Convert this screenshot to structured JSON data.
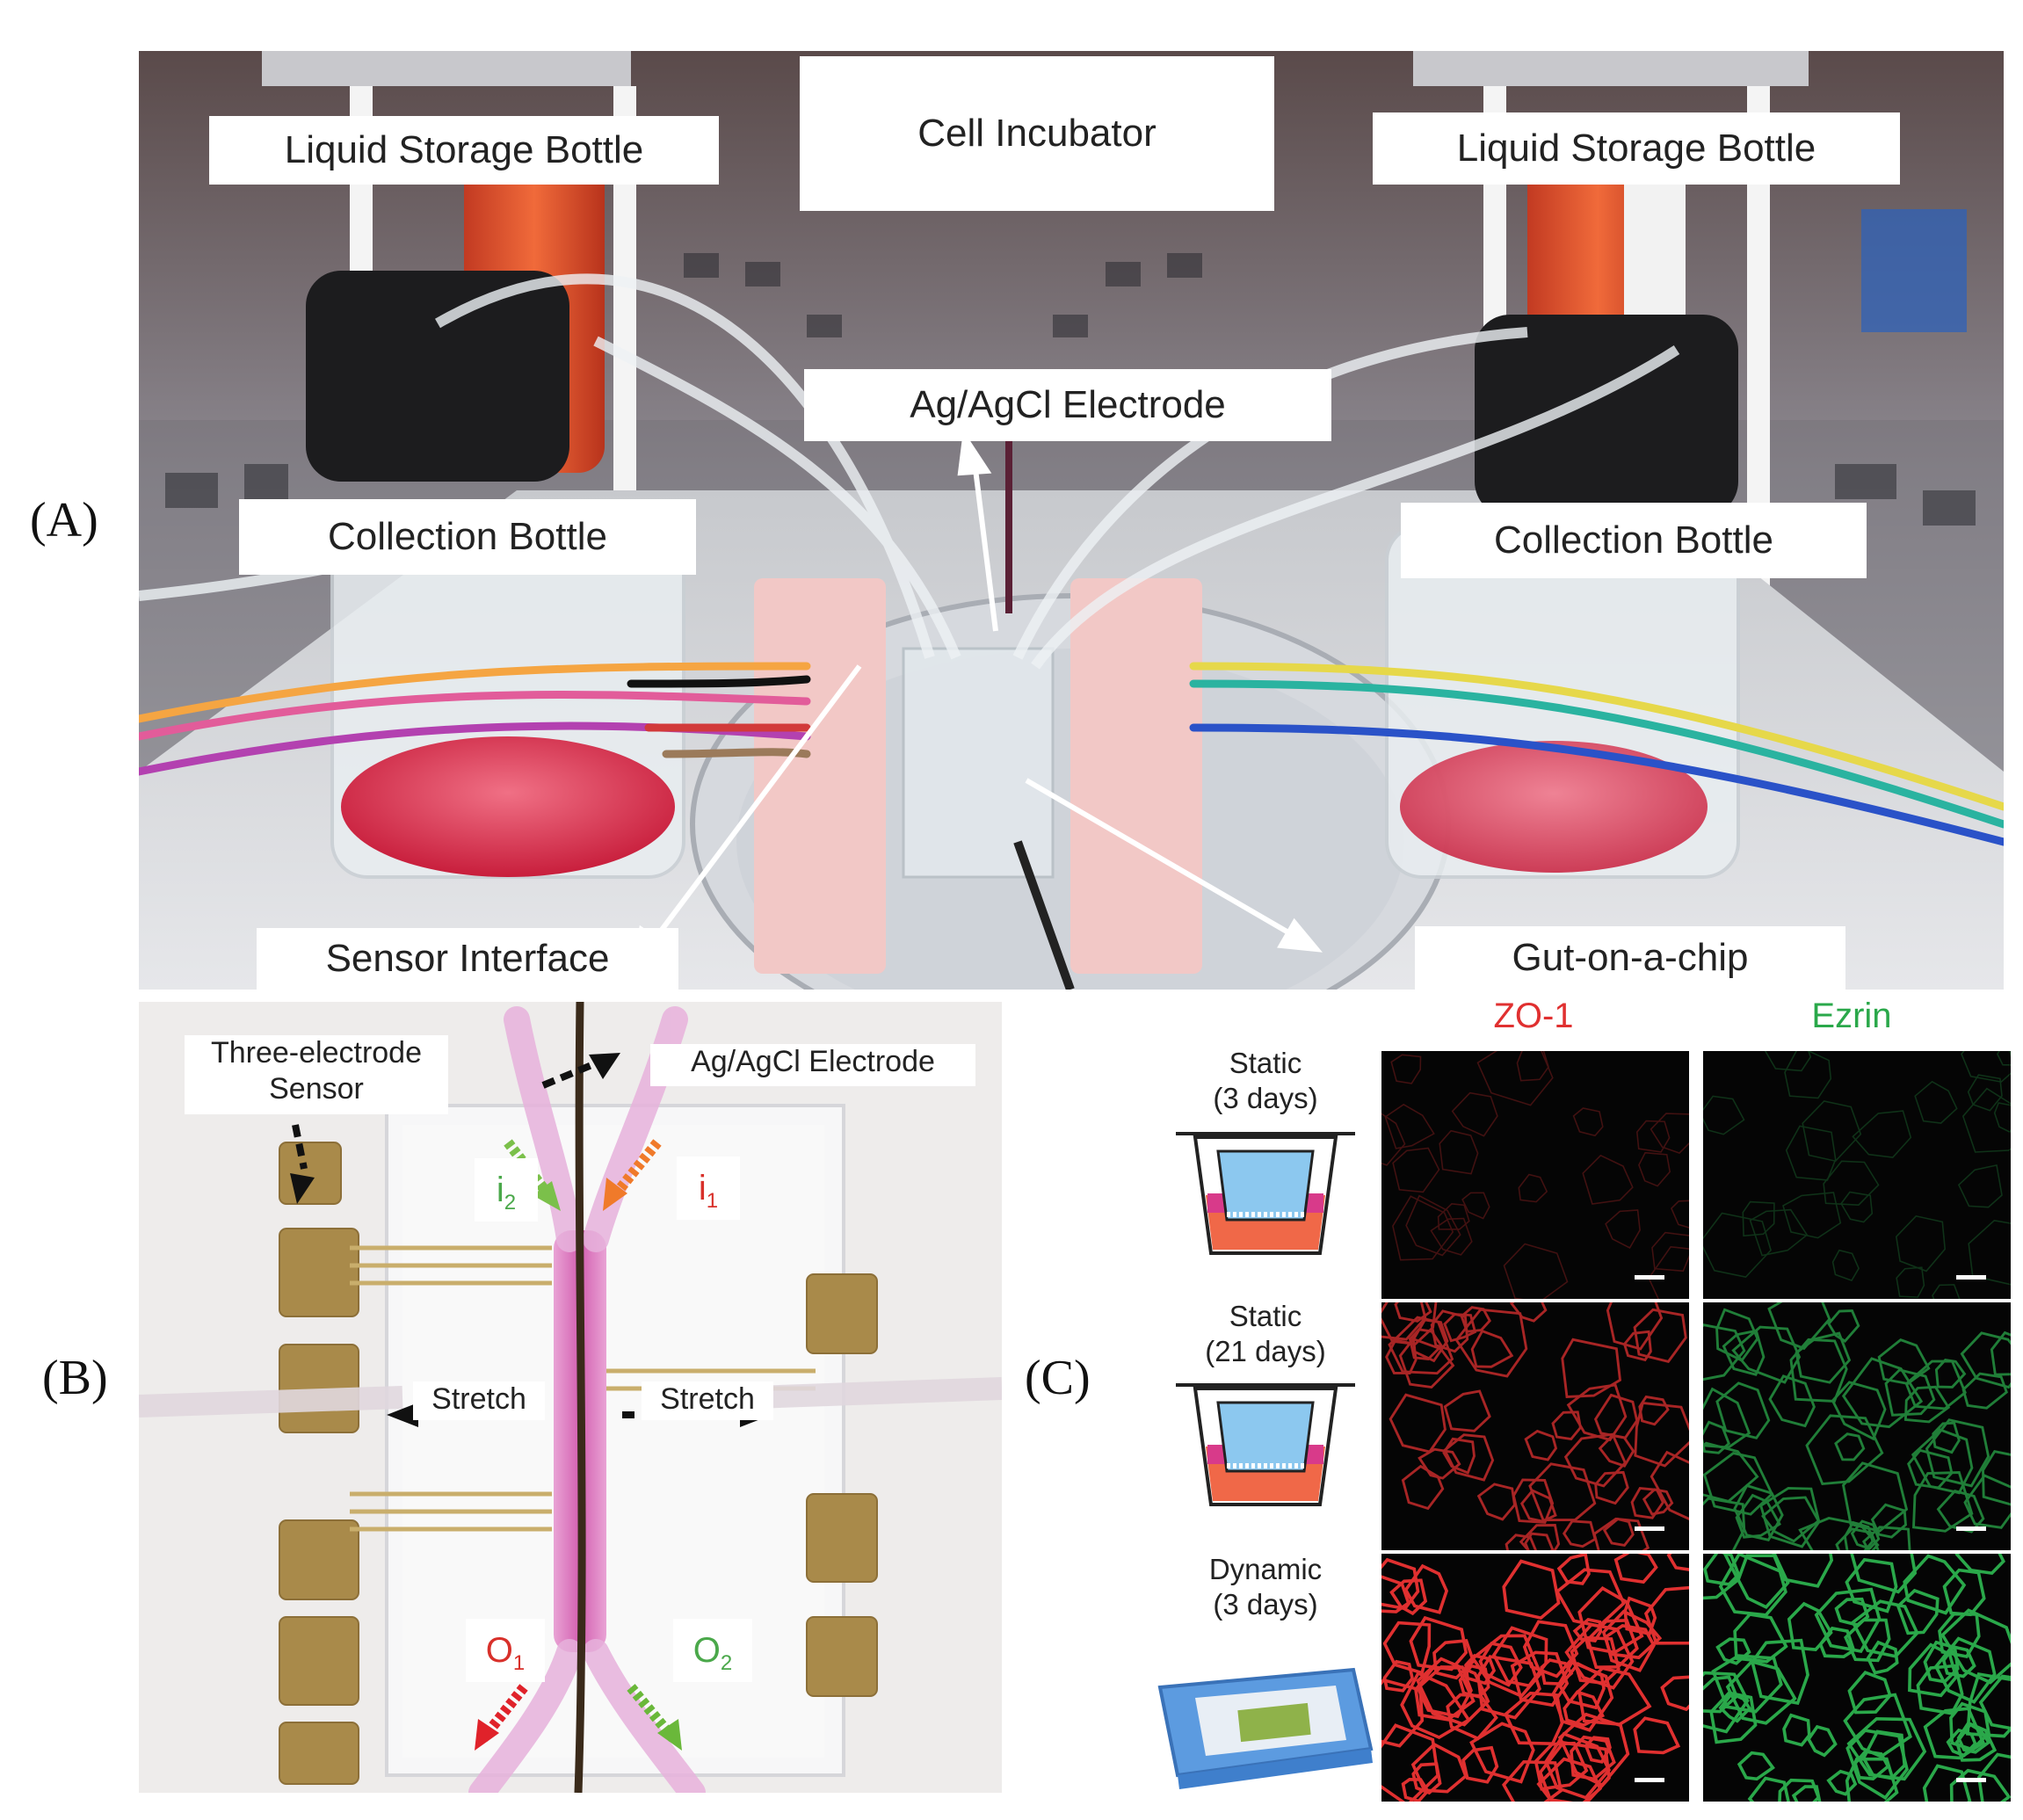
{
  "panels": {
    "a": {
      "letter": "(A)",
      "labels": {
        "liquid_left": "Liquid Storage Bottle",
        "incubator": "Cell Incubator",
        "liquid_right": "Liquid Storage Bottle",
        "electrode": "Ag/AgCl Electrode",
        "collection_left": "Collection Bottle",
        "collection_right": "Collection Bottle",
        "sensor": "Sensor Interface",
        "gut": "Gut-on-a-chip"
      }
    },
    "b": {
      "letter": "(B)",
      "labels": {
        "sensor": "Three-electrode\nSensor",
        "electrode": "Ag/AgCl Electrode",
        "stretch_left": "Stretch",
        "stretch_right": "Stretch",
        "i2": "i",
        "i2_sub": "2",
        "i1": "i",
        "i1_sub": "1",
        "o1": "O",
        "o1_sub": "1",
        "o2": "O",
        "o2_sub": "2"
      }
    },
    "c": {
      "letter": "(C)",
      "stain_headers": [
        {
          "label": "ZO-1",
          "color": "#e03030"
        },
        {
          "label": "Ezrin",
          "color": "#2aa84a"
        }
      ],
      "conditions": [
        {
          "label": "Static\n(3 days)",
          "intensity": 0.15
        },
        {
          "label": "Static\n(21 days)",
          "intensity": 0.7
        },
        {
          "label": "Dynamic\n(3 days)",
          "intensity": 1.0
        }
      ]
    }
  }
}
